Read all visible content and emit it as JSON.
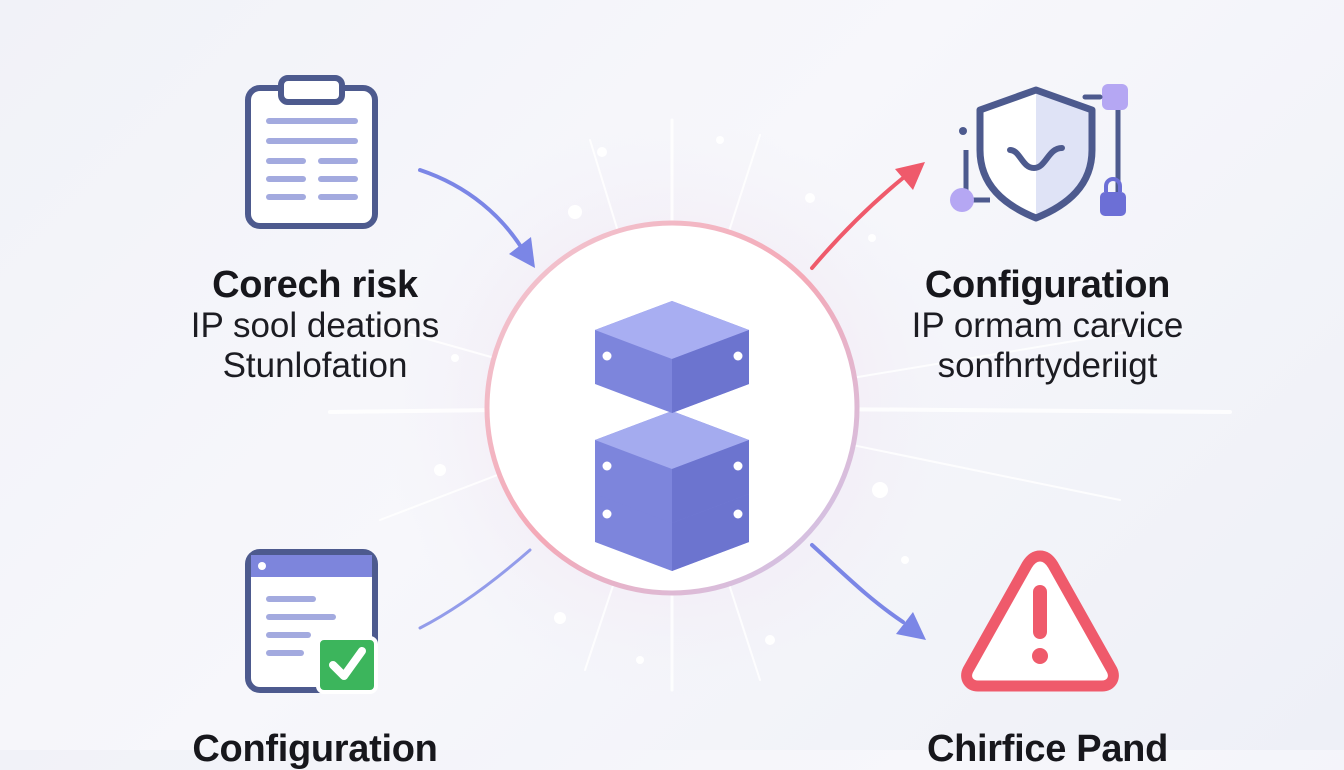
{
  "nodes": {
    "top_left": {
      "title": "Corech risk",
      "line1": "IP sool deations",
      "line2": "Stunlofation"
    },
    "top_right": {
      "title": "Configuration",
      "line1": "IP ormam carvice",
      "line2": "sonfhrtyderiigt"
    },
    "bottom_left": {
      "title": "Configuration"
    },
    "bottom_right": {
      "title": "Chirfice Pand"
    }
  },
  "icons": {
    "top_left": "clipboard-icon",
    "top_right": "shield-network-icon",
    "center": "server-stack-icon",
    "bottom_left": "document-check-icon",
    "bottom_right": "warning-icon"
  },
  "colors": {
    "accent_blue": "#7b86e6",
    "accent_red": "#ef5a6b",
    "icon_stroke": "#4d5a8e",
    "server_face": "#8e95e6",
    "check_green": "#3cb55c"
  }
}
